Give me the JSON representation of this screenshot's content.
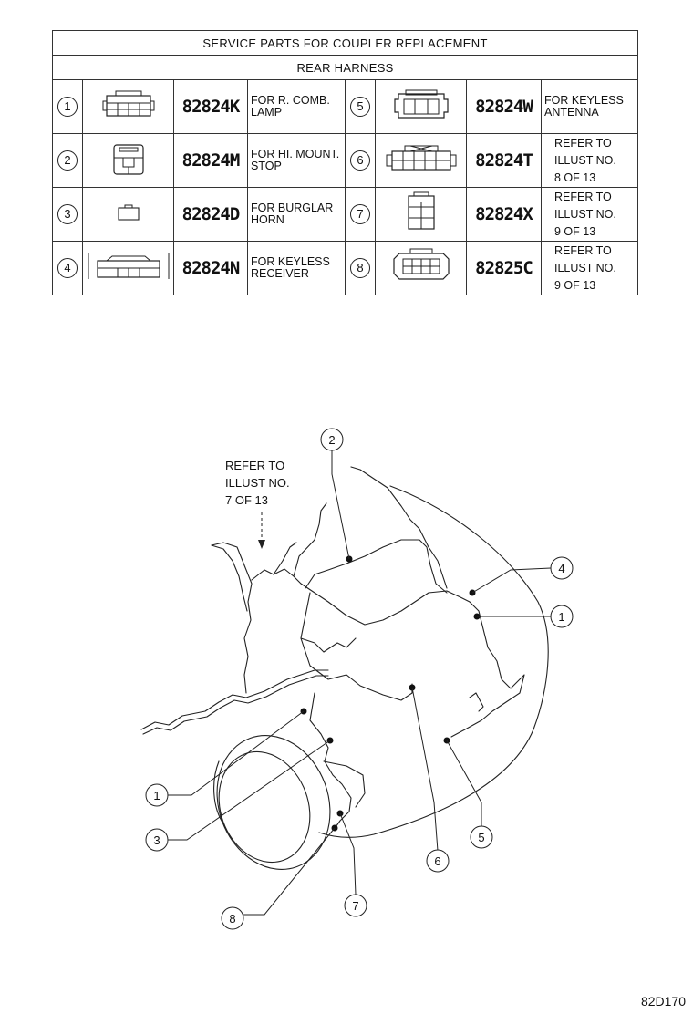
{
  "table": {
    "title": "SERVICE PARTS FOR COUPLER REPLACEMENT",
    "subtitle": "REAR HARNESS",
    "rows": [
      {
        "left": {
          "num": "1",
          "part": "82824K",
          "desc": "FOR R. COMB.\nLAMP",
          "icon": "coupler-wide-icon"
        },
        "right": {
          "num": "5",
          "part": "82824W",
          "desc": "FOR KEYLESS\nANTENNA",
          "icon": "coupler-rounded-icon"
        }
      },
      {
        "left": {
          "num": "2",
          "part": "82824M",
          "desc": "FOR HI. MOUNT.\nSTOP",
          "icon": "coupler-small-icon"
        },
        "right": {
          "num": "6",
          "part": "82824T",
          "desc": "REFER TO\nILLUST NO.\n8 OF 13",
          "icon": "coupler-long-icon"
        }
      },
      {
        "left": {
          "num": "3",
          "part": "82824D",
          "desc": "FOR BURGLAR\nHORN",
          "icon": "coupler-tiny-icon"
        },
        "right": {
          "num": "7",
          "part": "82824X",
          "desc": "REFER TO\nILLUST NO.\n9 OF 13",
          "icon": "coupler-tall-icon"
        }
      },
      {
        "left": {
          "num": "4",
          "part": "82824N",
          "desc": "FOR KEYLESS\nRECEIVER",
          "icon": "coupler-bracket-icon"
        },
        "right": {
          "num": "8",
          "part": "82825C",
          "desc": "REFER TO\nILLUST NO.\n9 OF 13",
          "icon": "coupler-hex-icon"
        }
      }
    ]
  },
  "diagram": {
    "refer_note": [
      "REFER TO",
      "ILLUST NO.",
      "7 OF 13"
    ],
    "callouts": [
      "1",
      "2",
      "3",
      "4",
      "5",
      "6",
      "7",
      "8"
    ]
  },
  "doc_code": "82D170"
}
